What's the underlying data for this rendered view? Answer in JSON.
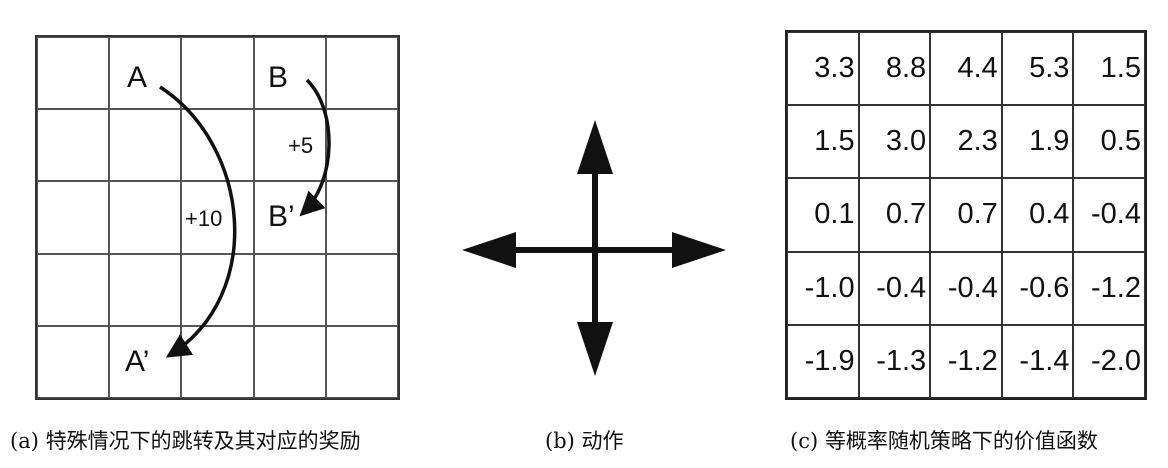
{
  "panel_a": {
    "labels": {
      "A": "A",
      "A_prime": "A’",
      "B": "B",
      "B_prime": "B’"
    },
    "rewards": {
      "A_to_A_prime": "+10",
      "B_to_B_prime": "+5"
    },
    "caption": "(a) 特殊情况下的跳转及其对应的奖励"
  },
  "panel_b": {
    "caption": "(b) 动作"
  },
  "panel_c": {
    "values": [
      [
        "3.3",
        "8.8",
        "4.4",
        "5.3",
        "1.5"
      ],
      [
        "1.5",
        "3.0",
        "2.3",
        "1.9",
        "0.5"
      ],
      [
        "0.1",
        "0.7",
        "0.7",
        "0.4",
        "-0.4"
      ],
      [
        "-1.0",
        "-0.4",
        "-0.4",
        "-0.6",
        "-1.2"
      ],
      [
        "-1.9",
        "-1.3",
        "-1.2",
        "-1.4",
        "-2.0"
      ]
    ],
    "caption": "(c) 等概率随机策略下的价值函数"
  },
  "colors": {
    "line": "#111111",
    "grid": "#555555",
    "background": "#ffffff"
  }
}
